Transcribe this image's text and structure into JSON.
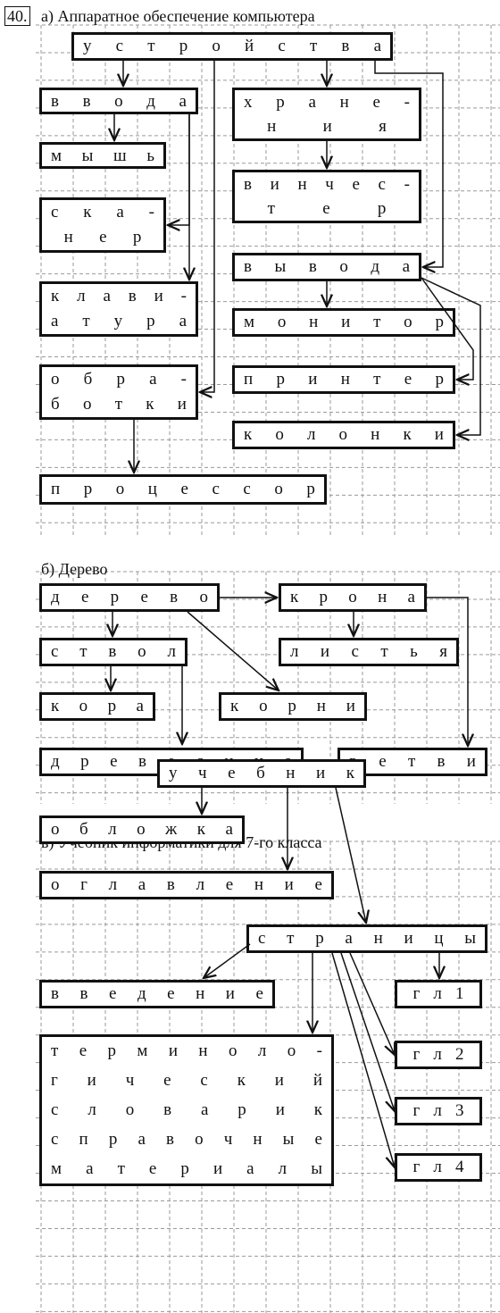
{
  "exercise_number": "40.",
  "sections": [
    {
      "id": "a",
      "heading": "а) Аппаратное обеспечение компьютера",
      "boxes": [
        {
          "id": "ustroystva",
          "lines": [
            "у с т р о й с т в а"
          ]
        },
        {
          "id": "vvoda",
          "lines": [
            "в в о д а"
          ]
        },
        {
          "id": "mysh",
          "lines": [
            "м ы ш ь"
          ]
        },
        {
          "id": "skaner",
          "lines": [
            "с к а -",
            "н е р"
          ]
        },
        {
          "id": "klaviatura",
          "lines": [
            "к л а в и -",
            "а т у р а"
          ]
        },
        {
          "id": "obrabotki",
          "lines": [
            "о б р а -",
            "б о т к и"
          ]
        },
        {
          "id": "protsessor",
          "lines": [
            "п р о ц е с с о р"
          ]
        },
        {
          "id": "khraneniya",
          "lines": [
            "х р а н е -",
            "н и я"
          ]
        },
        {
          "id": "vinchester",
          "lines": [
            "в и н ч е с -",
            "т е р"
          ]
        },
        {
          "id": "vyvoda",
          "lines": [
            "в ы в о д а"
          ]
        },
        {
          "id": "monitor",
          "lines": [
            "м о н и т о р"
          ]
        },
        {
          "id": "printer",
          "lines": [
            "п р и н т е р"
          ]
        },
        {
          "id": "kolonki",
          "lines": [
            "к о л о н к и"
          ]
        }
      ]
    },
    {
      "id": "b",
      "heading": "б) Дерево",
      "boxes": [
        {
          "id": "derevo",
          "lines": [
            "д е р е в о"
          ]
        },
        {
          "id": "krona",
          "lines": [
            "к р о н а"
          ]
        },
        {
          "id": "stvol",
          "lines": [
            "с т в о л"
          ]
        },
        {
          "id": "listya",
          "lines": [
            "л и с т ь я"
          ]
        },
        {
          "id": "kora",
          "lines": [
            "к о р а"
          ]
        },
        {
          "id": "korni",
          "lines": [
            "к о р н и"
          ]
        },
        {
          "id": "drevesina",
          "lines": [
            "д р е в е с и н а"
          ]
        },
        {
          "id": "vetvi",
          "lines": [
            "в е т в и"
          ]
        }
      ]
    },
    {
      "id": "v",
      "heading": "в) Учебник информатики для 7-го класса",
      "boxes": [
        {
          "id": "uchebnik",
          "lines": [
            "у ч е б н и к"
          ]
        },
        {
          "id": "oblozhka",
          "lines": [
            "о б л о ж к а"
          ]
        },
        {
          "id": "oglavlenie",
          "lines": [
            "о г л а в л е н и е"
          ]
        },
        {
          "id": "stranitsy",
          "lines": [
            "с т р а н и ц ы"
          ]
        },
        {
          "id": "vvedenie",
          "lines": [
            "в в е д е н и е"
          ]
        },
        {
          "id": "gl1",
          "lines": [
            "г л 1"
          ]
        },
        {
          "id": "gl2",
          "lines": [
            "г л 2"
          ]
        },
        {
          "id": "gl3",
          "lines": [
            "г л 3"
          ]
        },
        {
          "id": "gl4",
          "lines": [
            "г л 4"
          ]
        },
        {
          "id": "slovarik",
          "lines": [
            "т е р м и н о л о -",
            "г и ч е с к и й",
            "с л о в а р и к",
            "с п р а в о ч н ы е",
            "м а т е р и а л ы"
          ]
        }
      ]
    }
  ],
  "edges": [
    [
      "ustroystva",
      "vvoda"
    ],
    [
      "ustroystva",
      "khraneniya"
    ],
    [
      "ustroystva",
      "vyvoda"
    ],
    [
      "ustroystva",
      "obrabotki"
    ],
    [
      "vvoda",
      "mysh"
    ],
    [
      "vvoda",
      "skaner"
    ],
    [
      "vvoda",
      "klaviatura"
    ],
    [
      "obrabotki",
      "protsessor"
    ],
    [
      "khraneniya",
      "vinchester"
    ],
    [
      "vyvoda",
      "monitor"
    ],
    [
      "vyvoda",
      "printer"
    ],
    [
      "vyvoda",
      "kolonki"
    ],
    [
      "derevo",
      "krona"
    ],
    [
      "derevo",
      "stvol"
    ],
    [
      "derevo",
      "korni"
    ],
    [
      "stvol",
      "kora"
    ],
    [
      "stvol",
      "drevesina"
    ],
    [
      "krona",
      "listya"
    ],
    [
      "krona",
      "vetvi"
    ],
    [
      "uchebnik",
      "oblozhka"
    ],
    [
      "uchebnik",
      "oglavlenie"
    ],
    [
      "uchebnik",
      "stranitsy"
    ],
    [
      "stranitsy",
      "vvedenie"
    ],
    [
      "stranitsy",
      "slovarik"
    ],
    [
      "stranitsy",
      "gl1"
    ],
    [
      "stranitsy",
      "gl2"
    ],
    [
      "stranitsy",
      "gl3"
    ],
    [
      "stranitsy",
      "gl4"
    ]
  ]
}
